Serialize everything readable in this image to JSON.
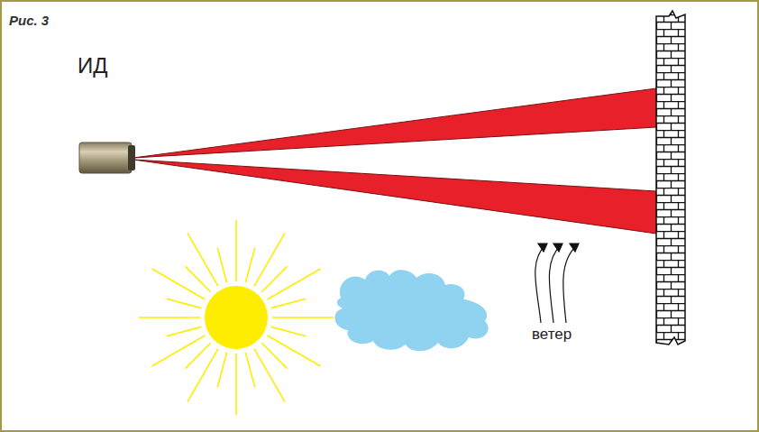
{
  "diagram": {
    "title": "Рис. 3",
    "labels": [
      "ИД",
      "ветер"
    ]
  }
}
